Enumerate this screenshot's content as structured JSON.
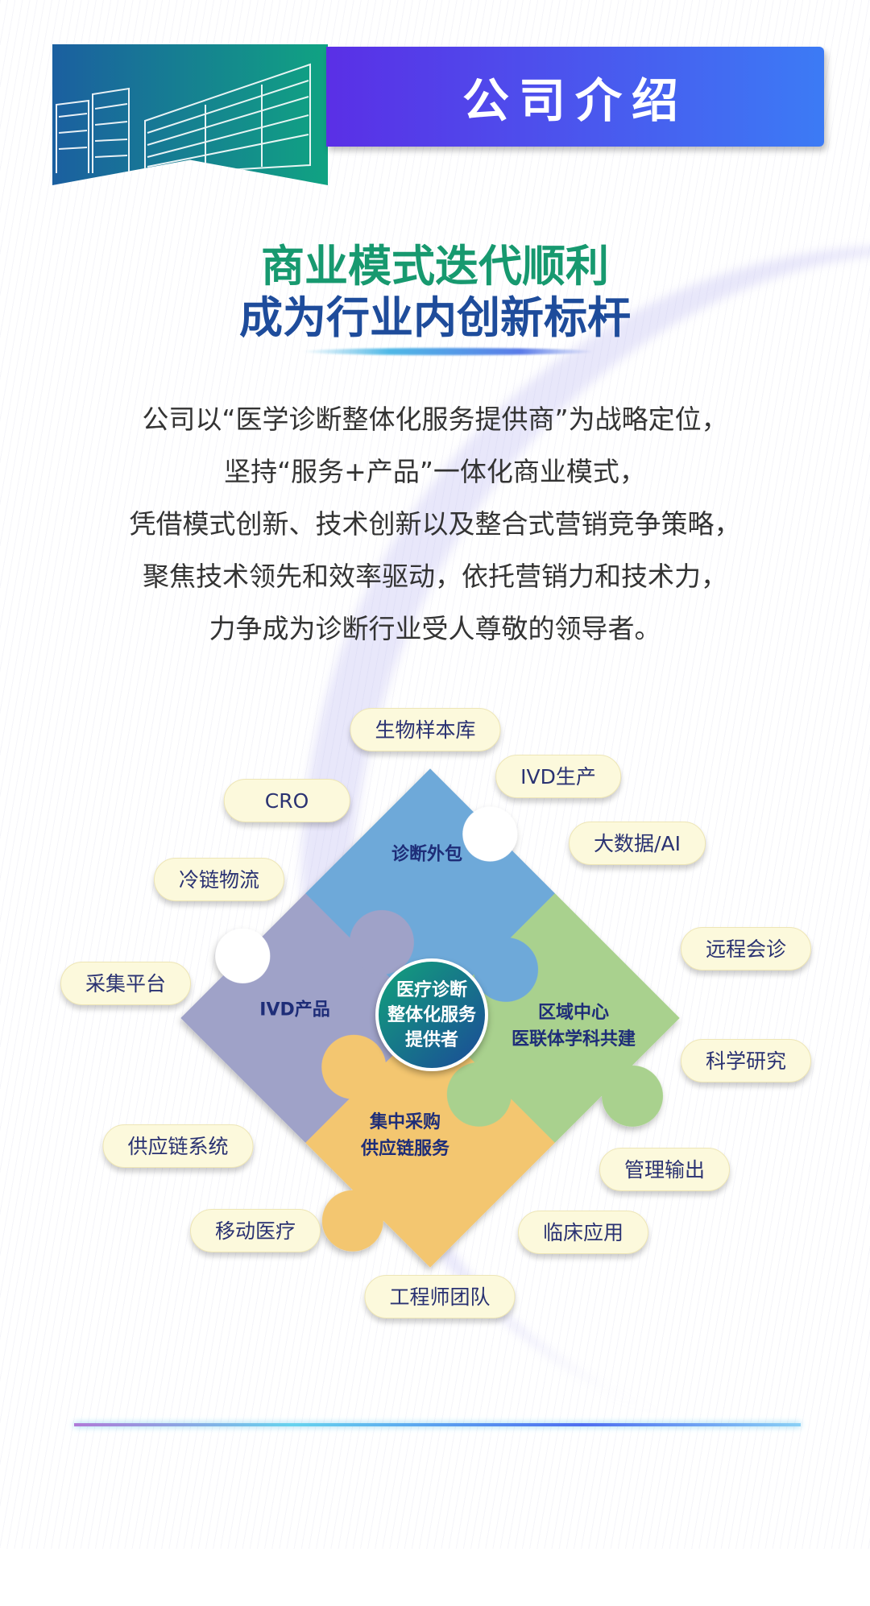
{
  "header": {
    "title": "公司介绍"
  },
  "headline": {
    "line1": "商业模式迭代顺利",
    "line2": "成为行业内创新标杆"
  },
  "paragraph": [
    "公司以“医学诊断整体化服务提供商”为战略定位，",
    "坚持“服务+产品”一体化商业模式，",
    "凭借模式创新、技术创新以及整合式营销竞争策略，",
    "聚焦技术领先和效率驱动，依托营销力和技术力，",
    "力争成为诊断行业受人尊敬的领导者。"
  ],
  "puzzle": {
    "center": [
      "医疗诊断",
      "整体化服务",
      "提供者"
    ],
    "pieces": {
      "top": "诊断外包",
      "left": "IVD产品",
      "right": [
        "区域中心",
        "医联体学科共建"
      ],
      "bottom": [
        "集中采购",
        "供应链服务"
      ]
    },
    "colors": {
      "top": "#6ea9d9",
      "left": "#9fa2c8",
      "right": "#a9d18e",
      "bottom": "#f3c670"
    }
  },
  "tags": [
    "生物样本库",
    "IVD生产",
    "CRO",
    "大数据/AI",
    "冷链物流",
    "远程会诊",
    "采集平台",
    "科学研究",
    "供应链系统",
    "管理输出",
    "移动医疗",
    "临床应用",
    "工程师团队"
  ]
}
